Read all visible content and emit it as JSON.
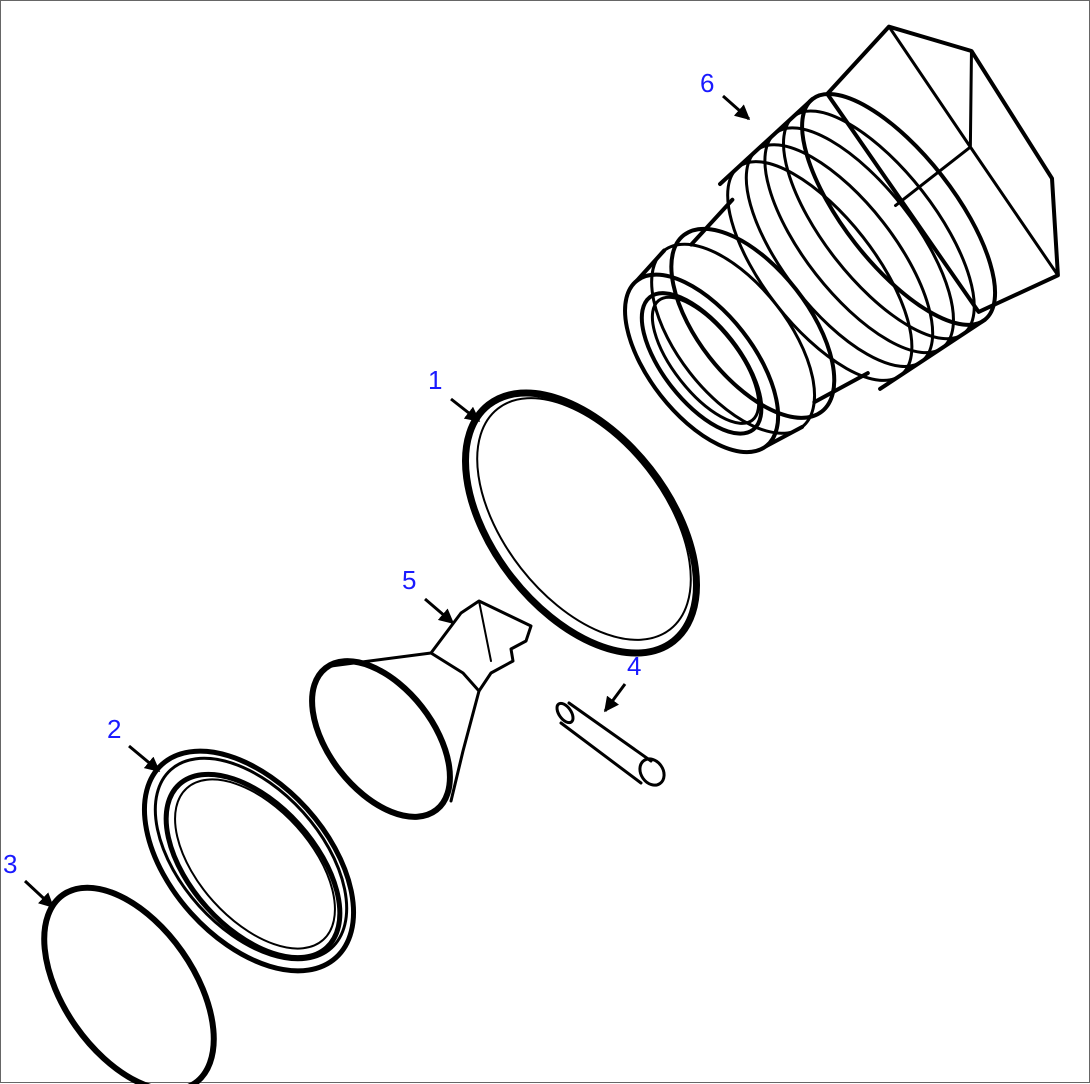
{
  "diagram": {
    "type": "exploded parts view",
    "callouts": [
      {
        "id": "1",
        "label": "1"
      },
      {
        "id": "2",
        "label": "2"
      },
      {
        "id": "3",
        "label": "3"
      },
      {
        "id": "4",
        "label": "4"
      },
      {
        "id": "5",
        "label": "5"
      },
      {
        "id": "6",
        "label": "6"
      }
    ],
    "colors": {
      "callout": "#1a1aff",
      "line": "#000000",
      "background": "#ffffff",
      "border": "#666666"
    }
  }
}
